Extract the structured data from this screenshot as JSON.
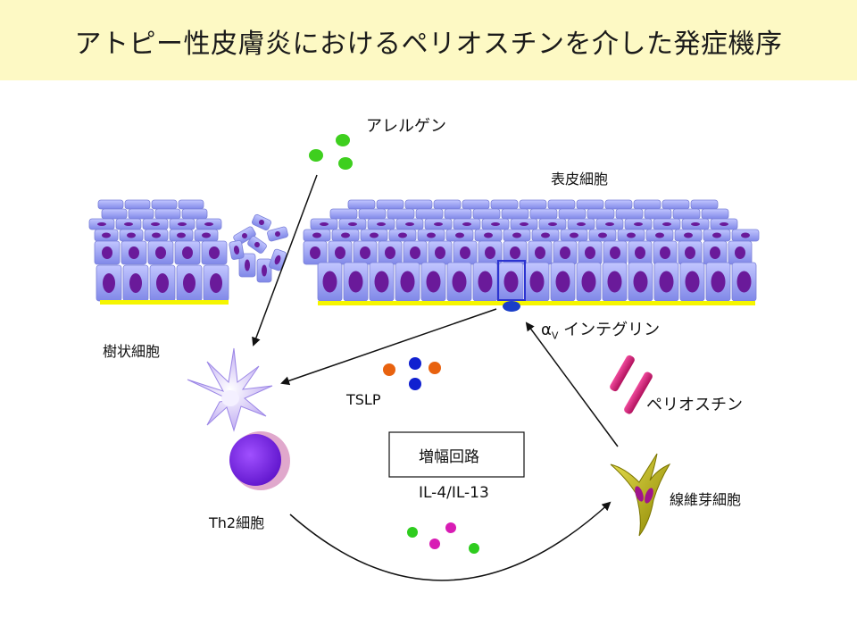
{
  "title": "アトピー性皮膚炎におけるペリオスチンを介した発症機序",
  "labels": {
    "allergen": "アレルゲン",
    "epidermis": "表皮細胞",
    "integrin_alpha": "α",
    "integrin_sub": "V",
    "integrin_name": " インテグリン",
    "dendritic": "樹状細胞",
    "tslp": "TSLP",
    "periostin": "ペリオスチン",
    "amplification": "増幅回路",
    "il": "IL-4/IL-13",
    "th2": "Th2細胞",
    "fibroblast": "線維芽細胞"
  },
  "colors": {
    "title_bg": "#fdf9c4",
    "cell_fill": "#9aa0f0",
    "nucleus": "#6a1a9a",
    "basement": "#f5f500",
    "allergen": "#3ecf1e",
    "tslp_orange": "#e8620f",
    "tslp_blue": "#1020d0",
    "periostin": "#d81c7c",
    "th2": "#7a1ee8",
    "fibroblast": "#c8c020",
    "il_green": "#2ecc1e",
    "il_magenta": "#d81cb4"
  }
}
